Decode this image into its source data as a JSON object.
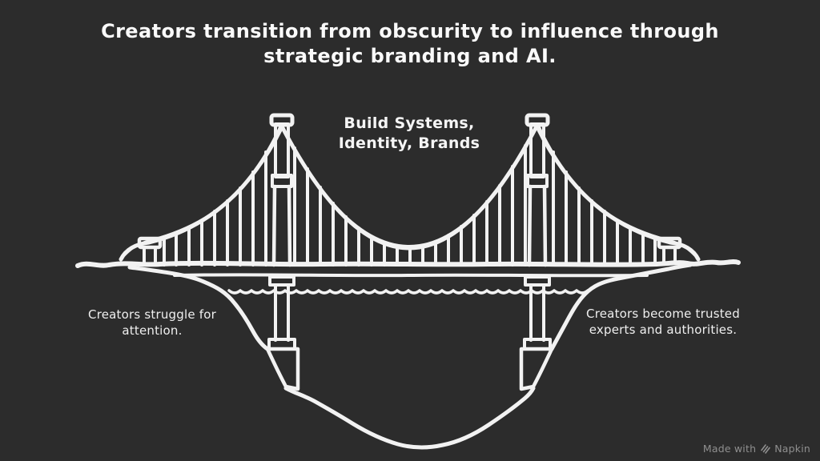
{
  "canvas": {
    "background_color": "#2c2c2c",
    "line_color": "#f2f2f2",
    "text_color": "#fafafa",
    "muted_color": "#8f8f8f"
  },
  "title": {
    "lines": [
      "Creators transition from obscurity to influence through",
      "strategic branding and AI."
    ]
  },
  "bridge_label": {
    "lines": [
      "Build Systems,",
      "Identity, Brands"
    ]
  },
  "left_label": {
    "lines": [
      "Creators struggle for",
      "attention."
    ]
  },
  "right_label": {
    "lines": [
      "Creators become trusted",
      "experts and authorities."
    ]
  },
  "watermark": {
    "prefix": "Made with",
    "brand": "Napkin",
    "logo_icon": "napkin-logo-icon"
  }
}
